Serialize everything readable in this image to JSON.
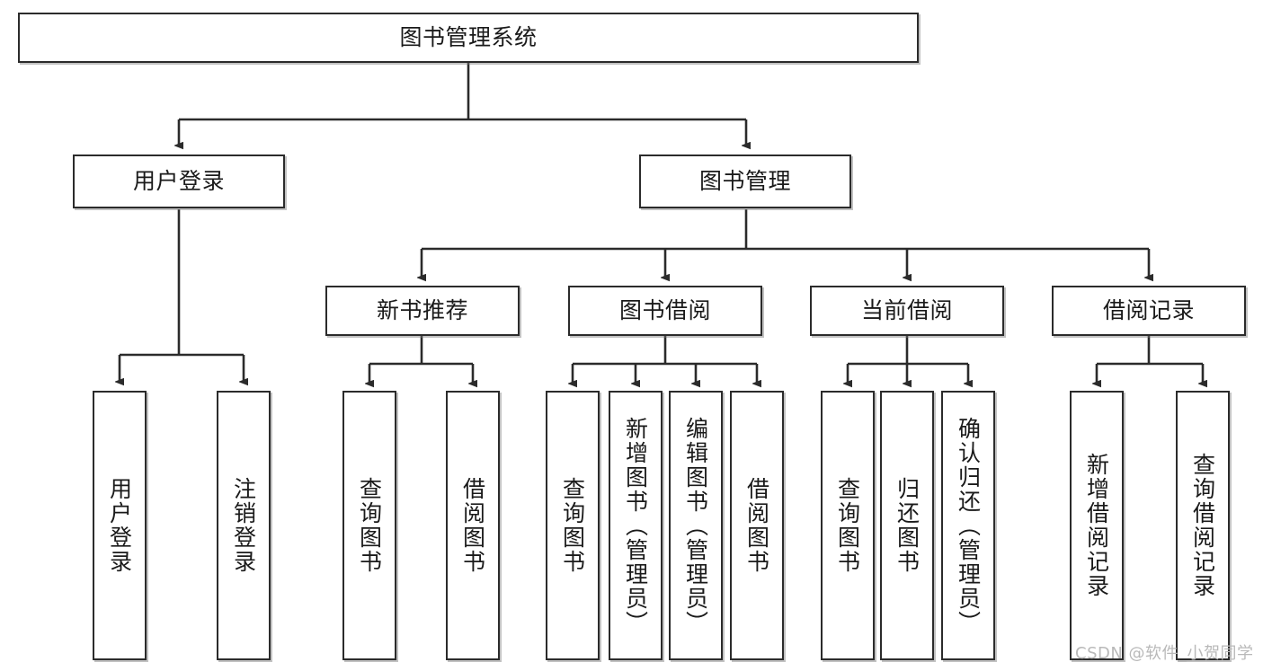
{
  "diagram": {
    "title": "图书管理系统",
    "type": "tree-hierarchy-diagram",
    "watermark": "CSDN @软件_小贺同学",
    "colors": {
      "stroke": "#2b2b2b",
      "fill": "#ffffff",
      "text": "#1a1a1a",
      "watermark": "#b9b9b9"
    },
    "nodes": {
      "root": {
        "label": "图书管理系统"
      },
      "level2": [
        {
          "id": "user-login",
          "label": "用户登录"
        },
        {
          "id": "book-management",
          "label": "图书管理"
        }
      ],
      "level3": [
        {
          "id": "new-book-recommend",
          "label": "新书推荐"
        },
        {
          "id": "book-borrow",
          "label": "图书借阅"
        },
        {
          "id": "current-borrow",
          "label": "当前借阅"
        },
        {
          "id": "borrow-record",
          "label": "借阅记录"
        }
      ],
      "leaves": {
        "user_login": [
          {
            "id": "leaf-user-login",
            "label": "用户登录"
          },
          {
            "id": "leaf-logout-login",
            "label": "注销登录"
          }
        ],
        "new_book_recommend": [
          {
            "id": "leaf-query-book-1",
            "label": "查询图书"
          },
          {
            "id": "leaf-borrow-book-1",
            "label": "借阅图书"
          }
        ],
        "book_borrow": [
          {
            "id": "leaf-query-book-2",
            "label": "查询图书"
          },
          {
            "id": "leaf-add-book",
            "label": "新增图书（管理员）"
          },
          {
            "id": "leaf-edit-book",
            "label": "编辑图书（管理员）"
          },
          {
            "id": "leaf-borrow-book-2",
            "label": "借阅图书"
          }
        ],
        "current_borrow": [
          {
            "id": "leaf-query-book-3",
            "label": "查询图书"
          },
          {
            "id": "leaf-return-book",
            "label": "归还图书"
          },
          {
            "id": "leaf-confirm-return",
            "label": "确认归还（管理员）"
          }
        ],
        "borrow_record": [
          {
            "id": "leaf-add-borrow-record",
            "label": "新增借阅记录"
          },
          {
            "id": "leaf-query-borrow-record",
            "label": "查询借阅记录"
          }
        ]
      }
    }
  }
}
